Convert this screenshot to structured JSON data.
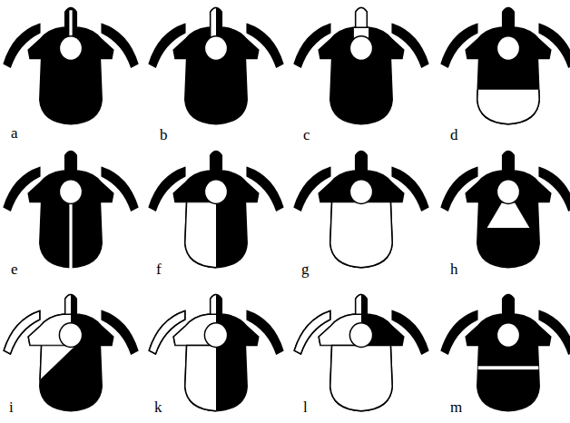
{
  "diagram": {
    "labels": [
      "a",
      "b",
      "c",
      "d",
      "e",
      "f",
      "g",
      "h",
      "i",
      "k",
      "l",
      "m"
    ]
  }
}
